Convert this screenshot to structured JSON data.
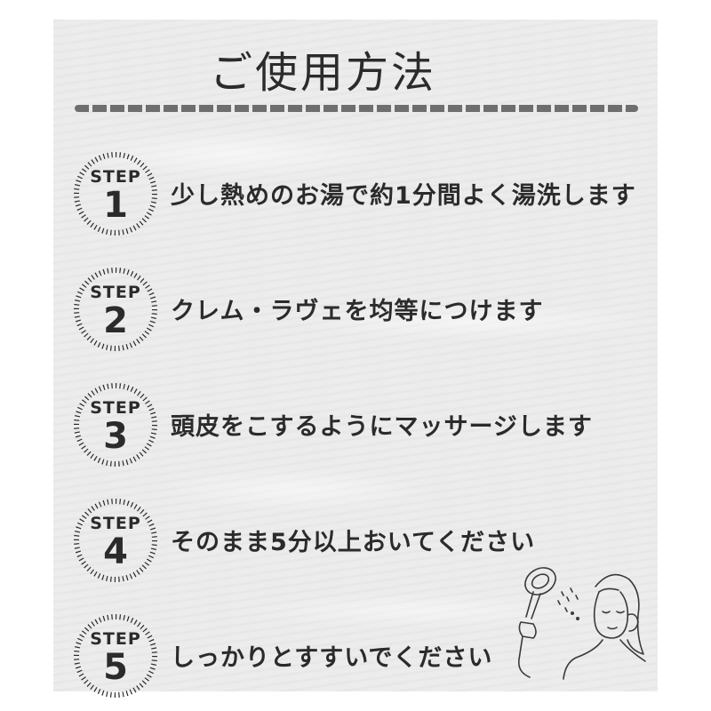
{
  "title": "ご使用方法",
  "steps": [
    {
      "label": "STEP",
      "number": "1",
      "text": "少し熱めのお湯で約1分間よく湯洗します"
    },
    {
      "label": "STEP",
      "number": "2",
      "text": "クレム・ラヴェを均等につけます"
    },
    {
      "label": "STEP",
      "number": "3",
      "text": "頭皮をこするようにマッサージします"
    },
    {
      "label": "STEP",
      "number": "4",
      "text": "そのまま5分以上おいてください"
    },
    {
      "label": "STEP",
      "number": "5",
      "text": "しっかりとすすいでください"
    }
  ],
  "colors": {
    "text": "#2b2b2b",
    "background": "#ececec",
    "divider": "#6e6e6e"
  },
  "illustration": "woman-showering-hair-icon"
}
